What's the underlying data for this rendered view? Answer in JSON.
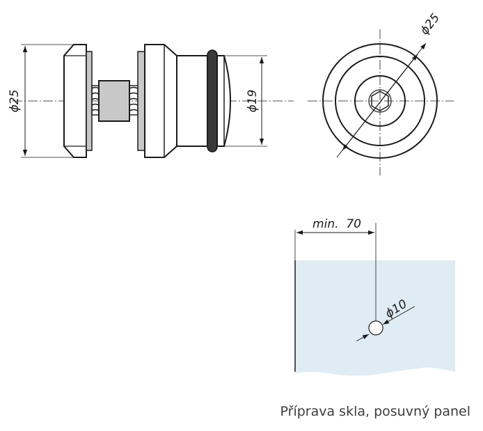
{
  "dimensions": {
    "side_height": "ϕ25",
    "side_cap": "ϕ19",
    "front_diameter": "ϕ25",
    "min_edge": "min.  70",
    "hole": "ϕ10"
  },
  "caption": "Příprava skla, posuvný panel",
  "colors": {
    "glass_fill": "#dfecf3",
    "line": "#1a1a1a",
    "gray_part": "#c8c8c8",
    "oring": "#3a3a3a"
  }
}
